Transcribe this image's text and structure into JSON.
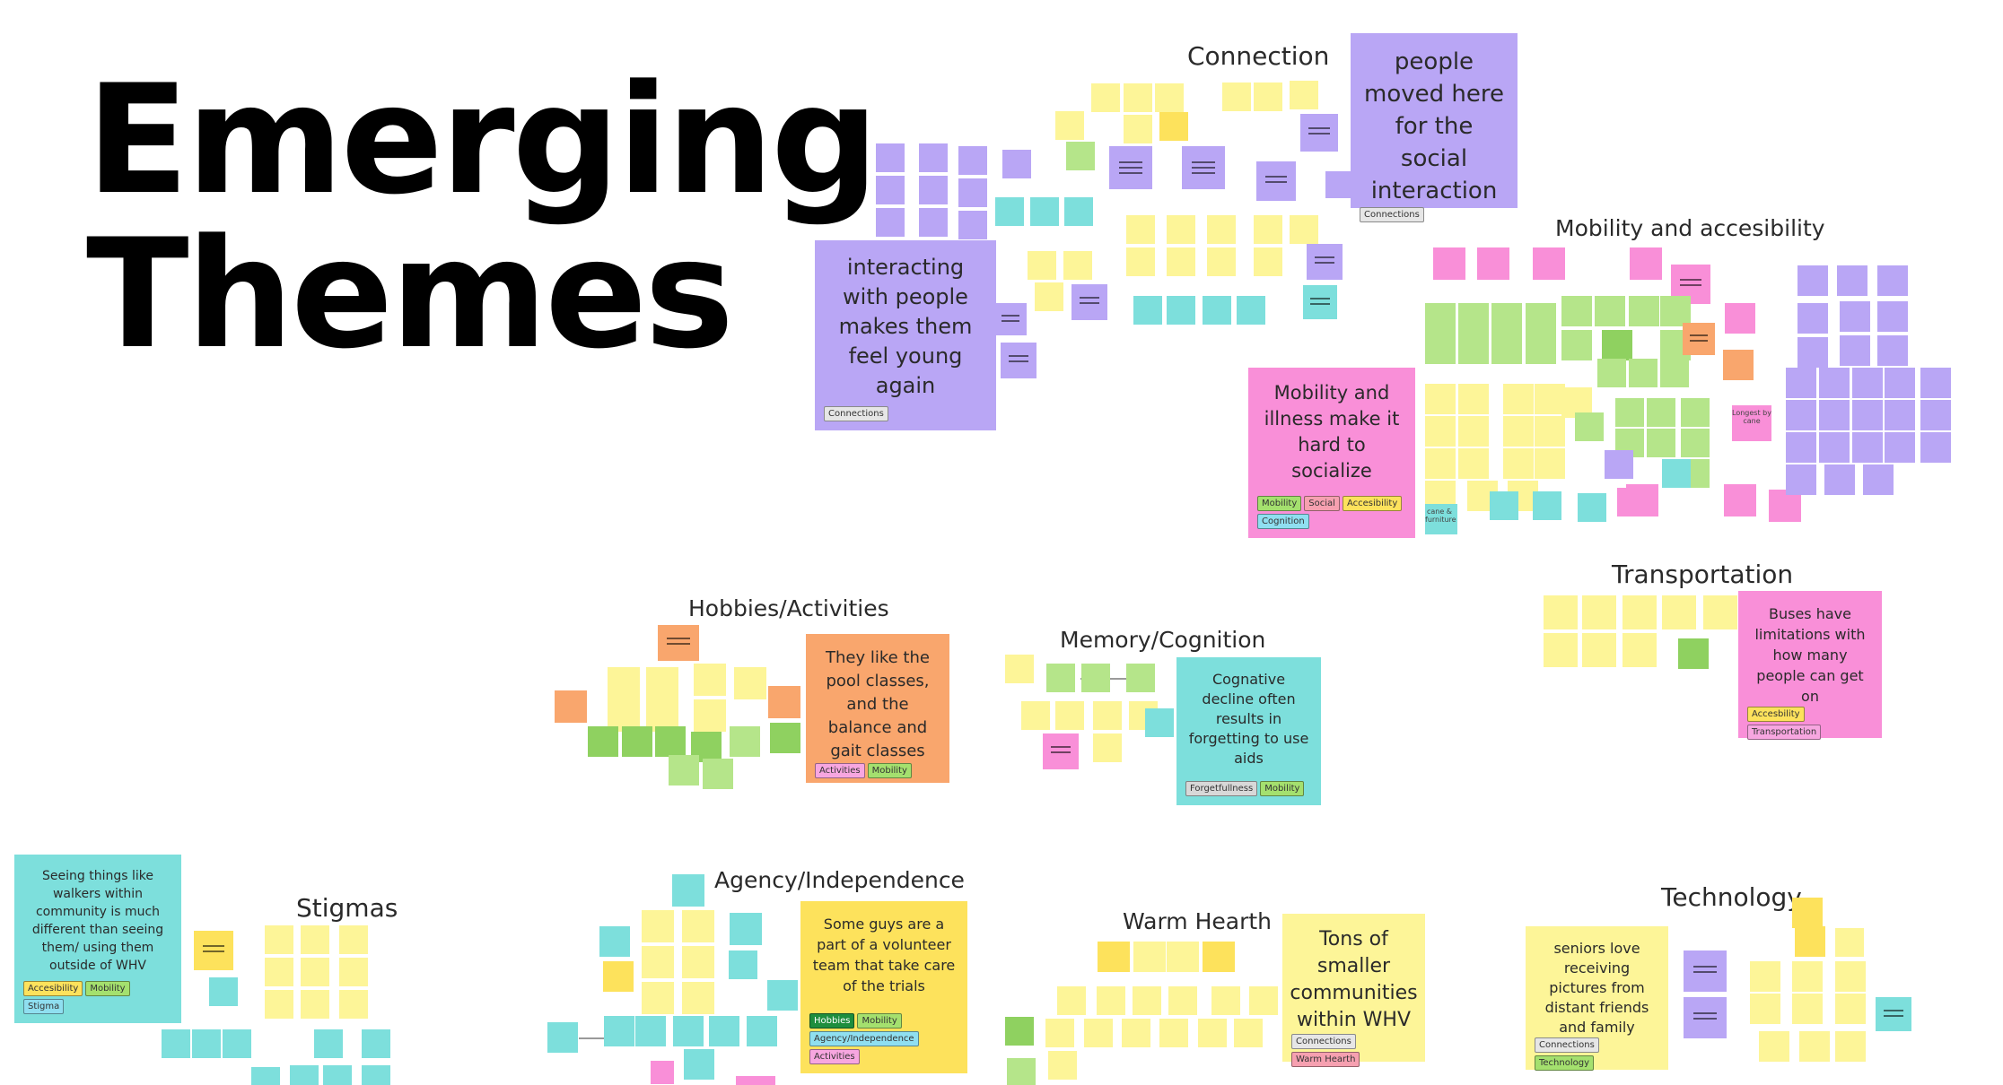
{
  "page_title": {
    "line1": "Emerging",
    "line2": "Themes"
  },
  "colors": {
    "yellow": "#fdf598",
    "yellow_dark": "#fde25c",
    "purple": "#b9a6f5",
    "pink": "#f98fd8",
    "teal": "#7ddfdc",
    "green": "#b5e58a",
    "green_dark": "#8fd160",
    "orange": "#f9a66d"
  },
  "clusters": {
    "connection": {
      "title": "Connection"
    },
    "mobility": {
      "title": "Mobility and accesibility"
    },
    "transportation": {
      "title": "Transportation"
    },
    "hobbies": {
      "title": "Hobbies/Activities"
    },
    "memory": {
      "title": "Memory/Cognition"
    },
    "stigmas": {
      "title": "Stigmas"
    },
    "agency": {
      "title": "Agency/Independence"
    },
    "warm": {
      "title": "Warm Hearth"
    },
    "technology": {
      "title": "Technology"
    }
  },
  "callouts": {
    "people_moved": {
      "text": "people moved here for the social interaction",
      "tags": [
        "Connections"
      ]
    },
    "young_again": {
      "text": "interacting with people makes them feel young again",
      "tags": [
        "Connections"
      ]
    },
    "mobility_illness": {
      "text": "Mobility and illness make it hard to socialize",
      "tags": [
        "Mobility",
        "Social",
        "Accesibility",
        "Cognition"
      ]
    },
    "buses": {
      "text": "Buses have limitations with how many people can get on",
      "tags": [
        "Accesbility",
        "Transportation"
      ]
    },
    "pool": {
      "text": "They like the pool classes, and the balance and gait classes",
      "tags": [
        "Activities",
        "Mobility"
      ]
    },
    "cognitive": {
      "text": "Cognative decline often results in forgetting to use aids",
      "tags": [
        "Forgetfullness",
        "Mobility"
      ]
    },
    "walkers": {
      "text": "Seeing things like walkers within community is much different than seeing them/ using them outside of WHV",
      "tags": [
        "Accesibility",
        "Mobility",
        "Stigma"
      ]
    },
    "volunteer": {
      "text": "Some guys are a part of a volunteer team that take care of the trials",
      "tags": [
        "Hobbies",
        "Mobility",
        "Agency/Independence",
        "Activities"
      ]
    },
    "smaller": {
      "text": "Tons of smaller communities within WHV",
      "tags": [
        "Connections",
        "Warm Hearth"
      ]
    },
    "seniors": {
      "text": "seniors love receiving pictures from distant friends and family",
      "tags": [
        "Connections",
        "Technology"
      ]
    }
  },
  "mini_labels": {
    "a": "Longest by cane",
    "b": "cane & furniture"
  }
}
